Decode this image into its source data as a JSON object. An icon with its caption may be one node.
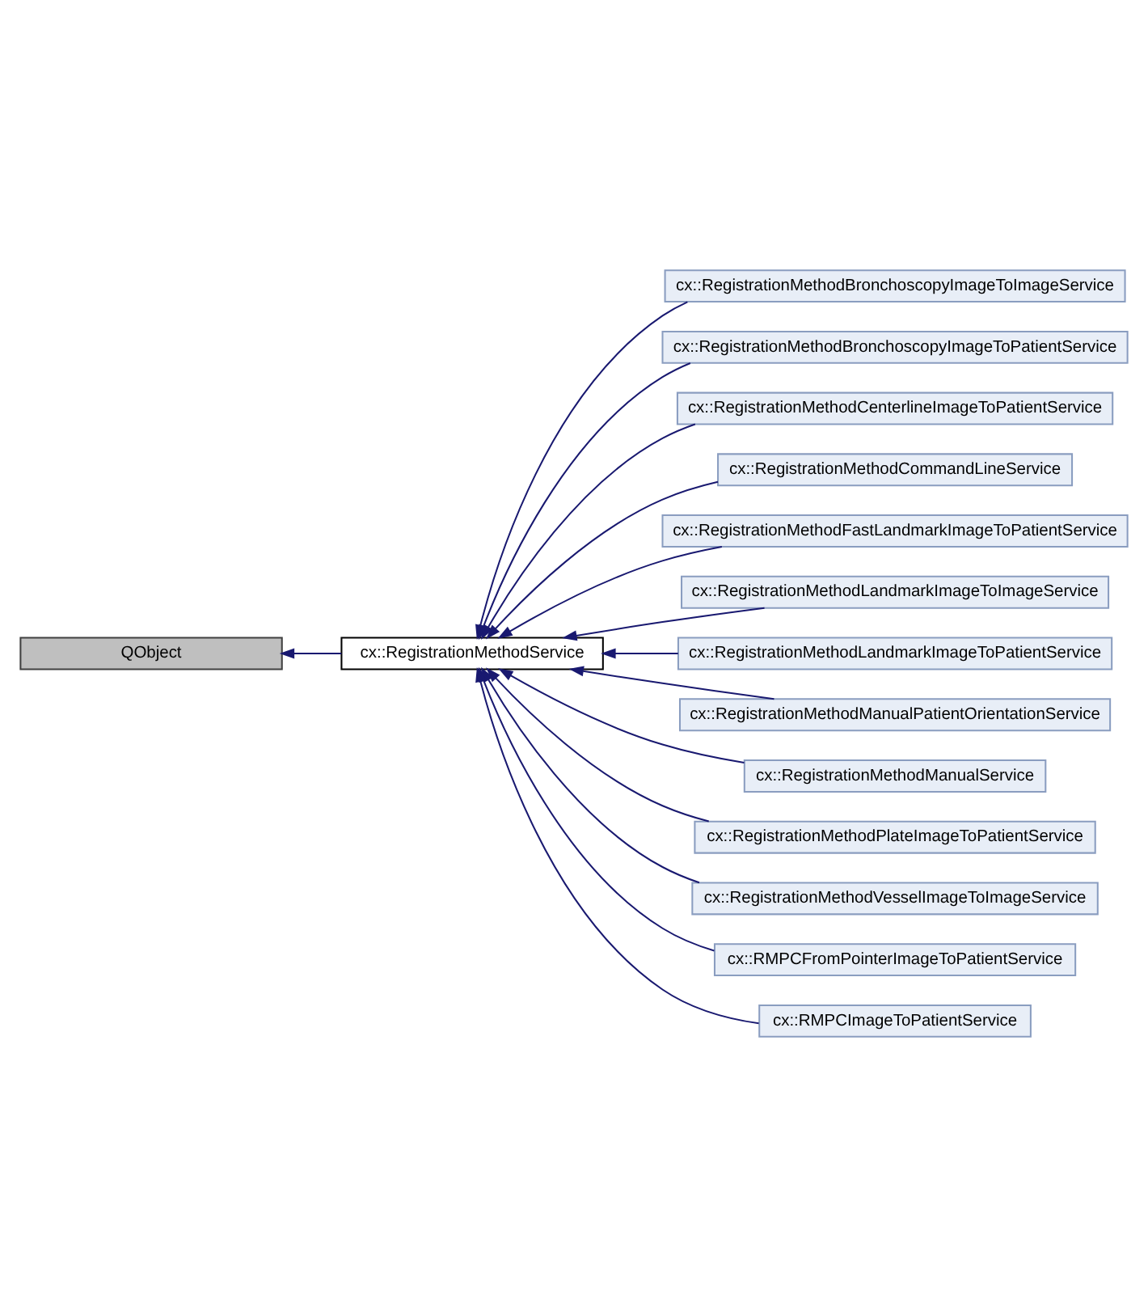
{
  "diagram": {
    "nodes": [
      {
        "text": [
          "QObject"
        ]
      },
      {
        "text": [
          "cx::RegistrationMethodService"
        ]
      },
      {
        "text": [
          "cx::RegistrationMethodBronchoscopyImageToImageService"
        ]
      },
      {
        "text": [
          "cx::RegistrationMethodBronchoscopyImageToPatientService"
        ]
      },
      {
        "text": [
          "cx::RegistrationMethodCenterlineImageToPatientService"
        ]
      },
      {
        "text": [
          "cx::RegistrationMethodCommandLineService"
        ]
      },
      {
        "text": [
          "cx::RegistrationMethodFastLandmarkImageToPatientService"
        ]
      },
      {
        "text": [
          "cx::RegistrationMethodLandmarkImageToImageService"
        ]
      },
      {
        "text": [
          "cx::RegistrationMethodLandmarkImageToPatientService"
        ]
      },
      {
        "text": [
          "cx::RegistrationMethodManualPatientOrientationService"
        ]
      },
      {
        "text": [
          "cx::RegistrationMethodManualService"
        ]
      },
      {
        "text": [
          "cx::RegistrationMethodPlateImageToPatientService"
        ]
      },
      {
        "text": [
          "cx::RegistrationMethodVesselImageToImageService"
        ]
      },
      {
        "text": [
          "cx::RMPCFromPointerImageToPatientService"
        ]
      },
      {
        "text": [
          "cx::RMPCImageToPatientService"
        ]
      }
    ],
    "edges": [
      {
        "from": 1,
        "to": 0,
        "arrow": "to"
      },
      {
        "from": 2,
        "to": 1,
        "arrow": "to"
      },
      {
        "from": 3,
        "to": 1,
        "arrow": "to"
      },
      {
        "from": 4,
        "to": 1,
        "arrow": "to"
      },
      {
        "from": 5,
        "to": 1,
        "arrow": "to"
      },
      {
        "from": 6,
        "to": 1,
        "arrow": "to"
      },
      {
        "from": 7,
        "to": 1,
        "arrow": "to"
      },
      {
        "from": 8,
        "to": 1,
        "arrow": "to"
      },
      {
        "from": 9,
        "to": 1,
        "arrow": "to"
      },
      {
        "from": 10,
        "to": 1,
        "arrow": "to"
      },
      {
        "from": 11,
        "to": 1,
        "arrow": "to"
      },
      {
        "from": 12,
        "to": 1,
        "arrow": "to"
      },
      {
        "from": 13,
        "to": 1,
        "arrow": "to"
      },
      {
        "from": 14,
        "to": 1,
        "arrow": "to"
      }
    ]
  }
}
